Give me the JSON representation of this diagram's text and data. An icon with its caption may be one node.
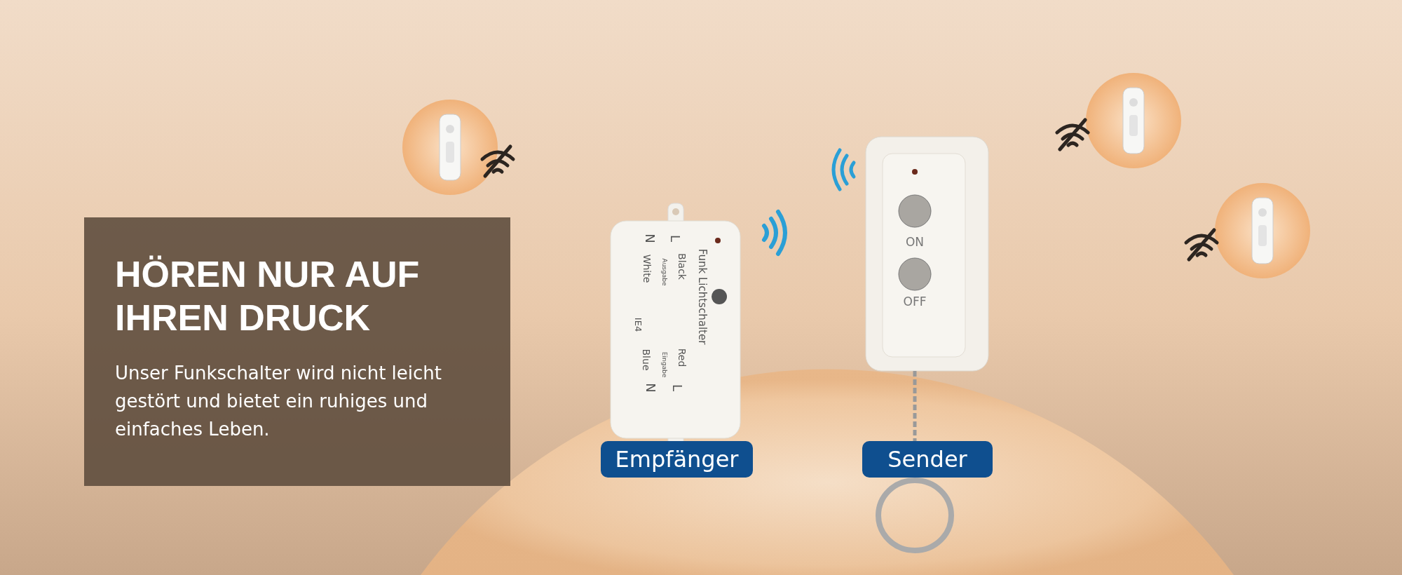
{
  "diagram": {
    "nodes": [
      {
        "text": [
          "HÖREN NUR AUF IHREN DRUCK",
          "Unser Funkschalter wird nicht leicht gestört und bietet ein ruhiges und einfaches Leben."
        ]
      },
      {
        "text": [
          "Empfänger"
        ]
      },
      {
        "text": [
          "Sender"
        ]
      }
    ],
    "labels": [
      "L",
      "N",
      "Black",
      "White",
      "Ausgabe",
      "Funk Lichtschalter",
      "IE4",
      "Eingabe",
      "Red",
      "Blue",
      "L",
      "N",
      "ON",
      "OFF"
    ]
  }
}
